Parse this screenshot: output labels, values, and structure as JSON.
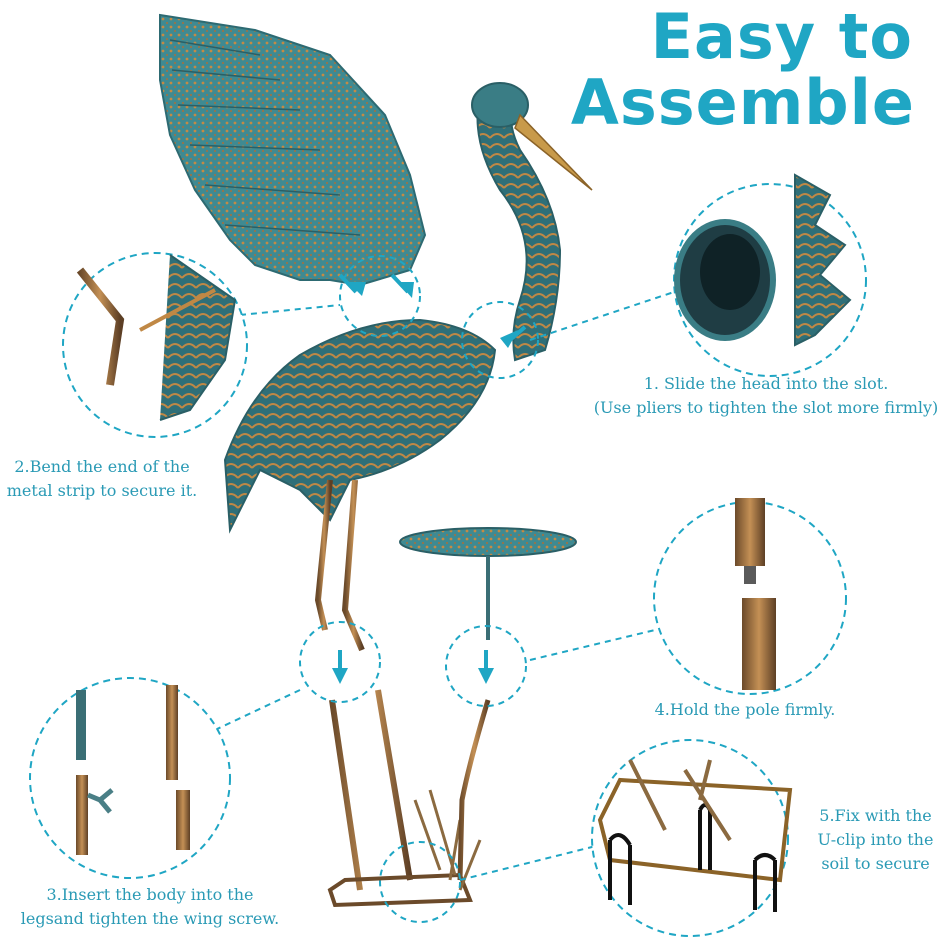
{
  "headline": {
    "line1": "Easy to",
    "line2": "Assemble"
  },
  "steps": [
    {
      "line1": "1. Slide the head into the slot.",
      "line2": "(Use pliers to tighten the slot more firmly)"
    },
    {
      "line1": "2.Bend the end of the",
      "line2": "metal strip to secure it."
    },
    {
      "line1": "3.Insert the body into the",
      "line2": "legsand tighten the wing screw."
    },
    {
      "line1": "4.Hold the pole firmly.",
      "line2": ""
    },
    {
      "line1": "5.Fix with the",
      "line2": "U-clip into the",
      "line3": "soil to secure"
    }
  ],
  "colors": {
    "accent": "#1fa6c4",
    "caption": "#2a9ab5",
    "patina": "#3f8a92",
    "bronze": "#b07a3c"
  }
}
